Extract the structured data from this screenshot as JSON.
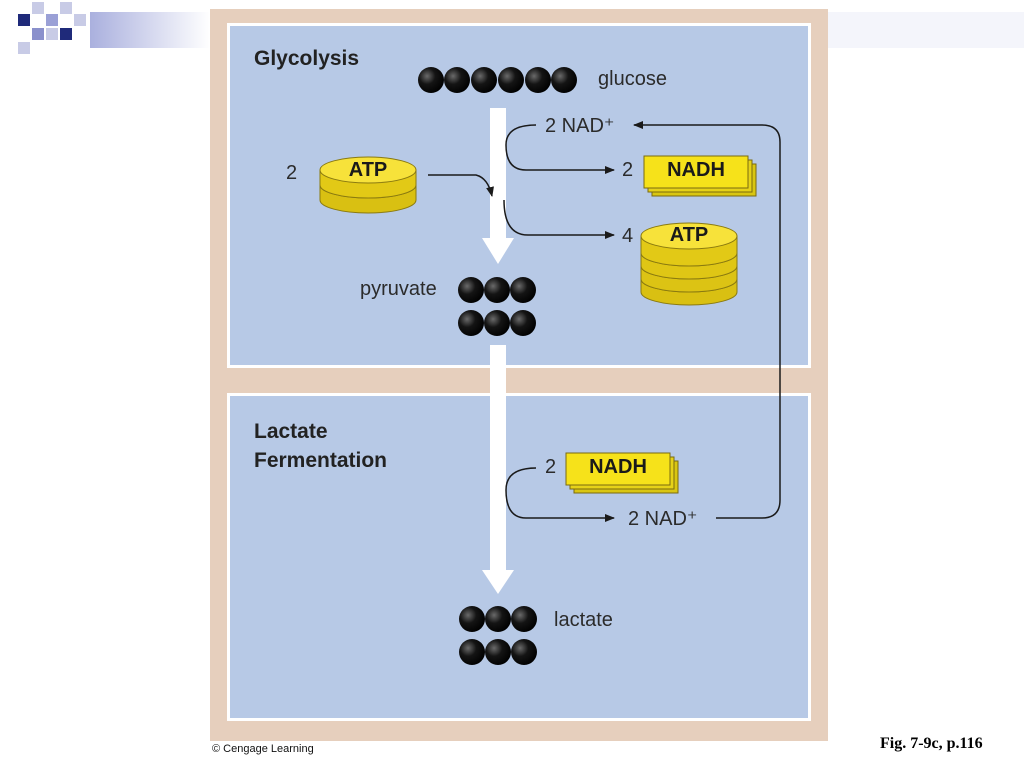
{
  "slide": {
    "figure_ref": "Fig. 7-9c, p.116",
    "copyright": "© Cengage Learning"
  },
  "glycolysis": {
    "title": "Glycolysis",
    "glucose_label": "glucose",
    "nad_in": "2 NAD⁺",
    "nadh_count": "2",
    "nadh_label": "NADH",
    "atp_in_count": "2",
    "atp_in_label": "ATP",
    "atp_out_count": "4",
    "atp_out_label": "ATP",
    "pyruvate_label": "pyruvate"
  },
  "fermentation": {
    "title_line1": "Lactate",
    "title_line2": "Fermentation",
    "nadh_count": "2",
    "nadh_label": "NADH",
    "nad_out": "2 NAD⁺",
    "lactate_label": "lactate"
  },
  "colors": {
    "panel_fill": "#b7c9e6",
    "frame_fill": "#e6cfbd",
    "atp_yellow": "#f4dc20",
    "nadh_yellow": "#f6e21a",
    "molecule": "#111111",
    "deco_navy": "#1f2a7a",
    "deco_light": "#c8cbe6"
  }
}
